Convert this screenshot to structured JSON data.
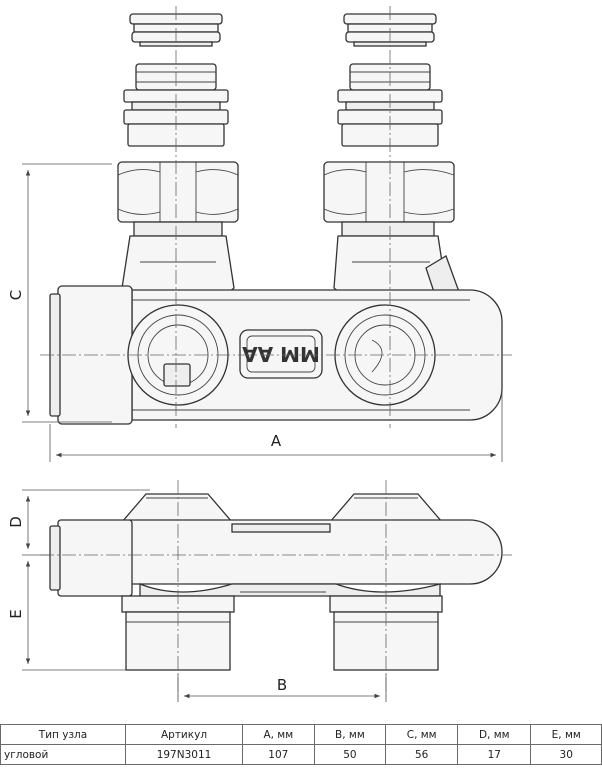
{
  "drawing": {
    "dimension_labels": {
      "a": "A",
      "b": "B",
      "c": "C",
      "d": "D",
      "e": "E"
    },
    "body_marking": "MM AA"
  },
  "table": {
    "headers": [
      "Тип узла",
      "Артикул",
      "A, мм",
      "B, мм",
      "C, мм",
      "D, мм",
      "E, мм"
    ],
    "rows": [
      [
        "угловой",
        "197N3011",
        "107",
        "50",
        "56",
        "17",
        "30"
      ]
    ]
  }
}
